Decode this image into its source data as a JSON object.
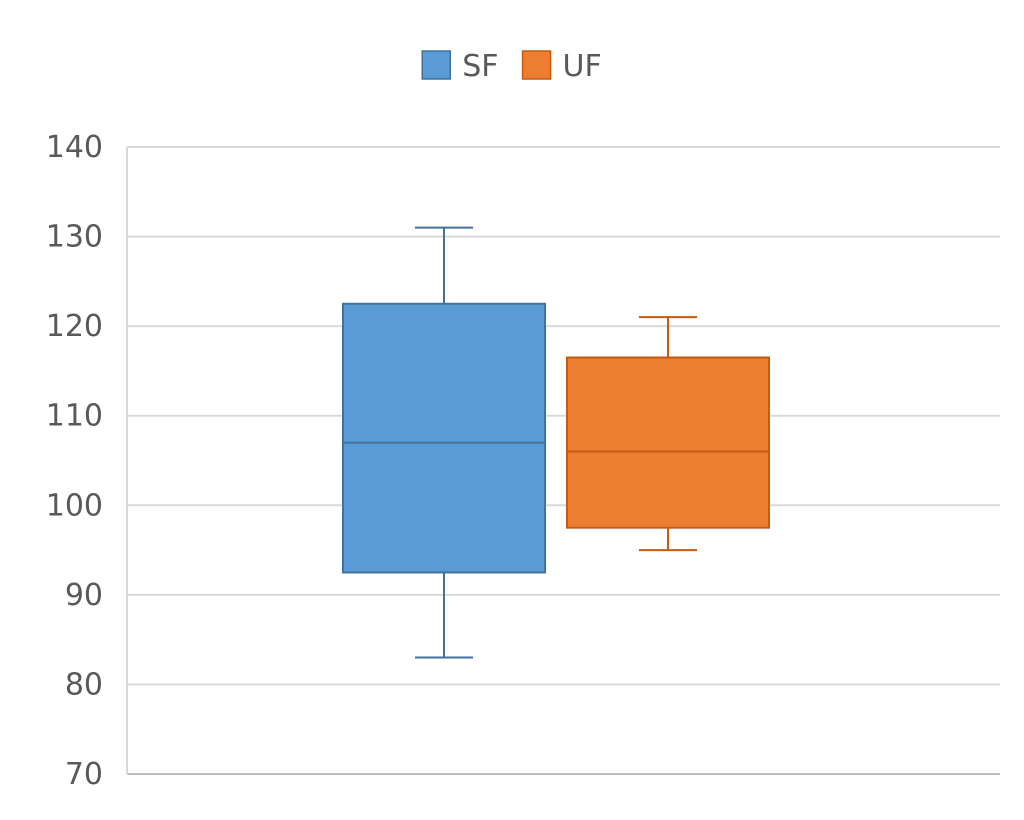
{
  "chart_data": {
    "type": "box",
    "title": "",
    "xlabel": "",
    "ylabel": "",
    "ylim": [
      70,
      140
    ],
    "y_ticks": [
      70,
      80,
      90,
      100,
      110,
      120,
      130,
      140
    ],
    "y_tick_labels": [
      "70",
      "80",
      "90",
      "100",
      "110",
      "120",
      "130",
      "140"
    ],
    "grid": true,
    "legend_position": "top-center",
    "series": [
      {
        "name": "SF",
        "color": "#5B9BD5",
        "edge_color": "#41719C",
        "min": 83,
        "q1": 92.5,
        "median": 107,
        "q3": 122.5,
        "max": 131
      },
      {
        "name": "UF",
        "color": "#ED7D31",
        "edge_color": "#C55A11",
        "min": 95,
        "q1": 97.5,
        "median": 106,
        "q3": 116.5,
        "max": 121
      }
    ]
  }
}
